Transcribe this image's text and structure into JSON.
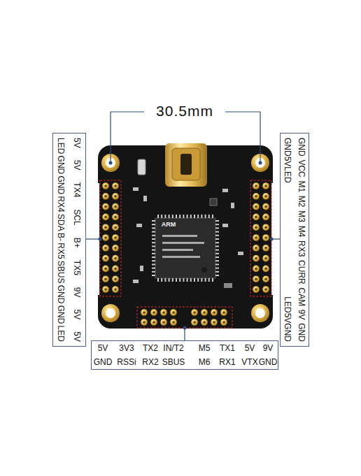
{
  "diagram": {
    "nodes": [
      {
        "text": [
          "5V",
          "5V",
          "TX4",
          "SCL",
          "B+",
          "TX5",
          "9V",
          "5V",
          "5V",
          "LED",
          "GND",
          "GND",
          "RX4",
          "SDA",
          "B-",
          "RX5",
          "SBUS",
          "GND",
          "GND",
          "LED"
        ]
      },
      {
        "text": [
          "GND",
          "VCC",
          "M1",
          "M2",
          "M3",
          "M4",
          "RX3",
          "CURR",
          "CAM",
          "9V",
          "GND",
          "GND",
          "5V",
          "LED",
          "LED",
          "5V",
          "GND"
        ]
      },
      {
        "text": [
          "5V",
          "3V3",
          "TX2",
          "IN/T2",
          "M5",
          "TX1",
          "5V",
          "9V",
          "GND",
          "RSSi",
          "RX2",
          "SBUS",
          "M6",
          "RX1",
          "VTX",
          "GND"
        ]
      }
    ],
    "labels": [
      "30.5mm",
      "ARM"
    ]
  }
}
